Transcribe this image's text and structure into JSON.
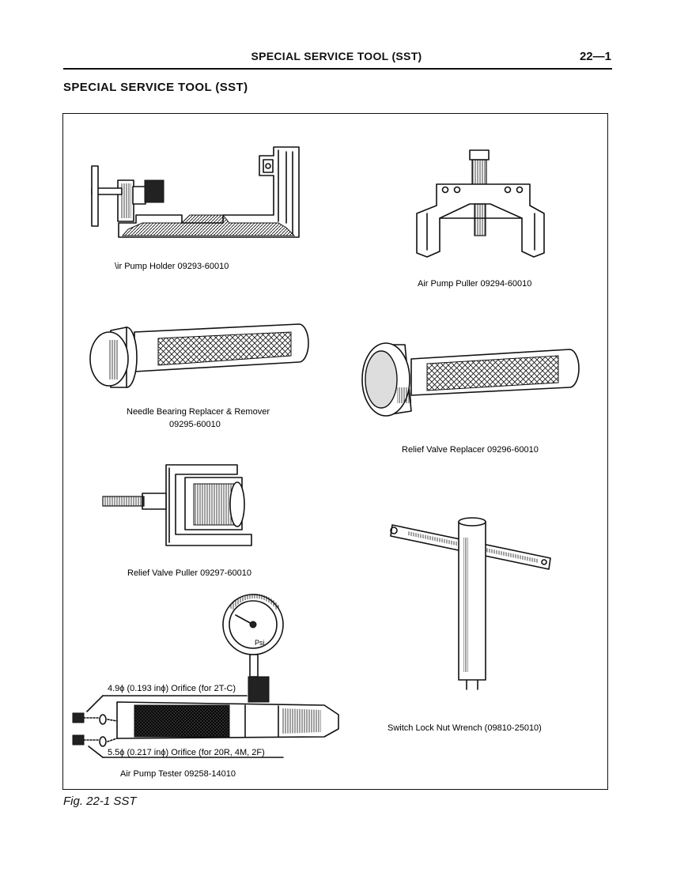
{
  "header": {
    "title": "SPECIAL SERVICE TOOL (SST)",
    "page_number": "22—1"
  },
  "section": {
    "title": "SPECIAL SERVICE TOOL (SST)"
  },
  "figure": {
    "caption": "Fig. 22-1  SST",
    "tools": {
      "air_pump_holder": "\\ir Pump Holder 09293-60010",
      "air_pump_puller": "Air Pump Puller 09294-60010",
      "needle_bearing_line1": "Needle Bearing Replacer & Remover",
      "needle_bearing_line2": "09295-60010",
      "relief_valve_replacer": "Relief Valve Replacer 09296-60010",
      "relief_valve_puller": "Relief Valve Puller 09297-60010",
      "switch_lock_nut_wrench": "Switch Lock Nut Wrench (09810-25010)",
      "orifice_2tc": "4.9ϕ (0.193 inϕ) Orifice (for 2T-C)",
      "orifice_20r": "5.5ϕ (0.217 inϕ) Orifice (for 20R, 4M, 2F)",
      "air_pump_tester": "Air Pump Tester 09258-14010",
      "gauge_unit": "Psi"
    }
  }
}
